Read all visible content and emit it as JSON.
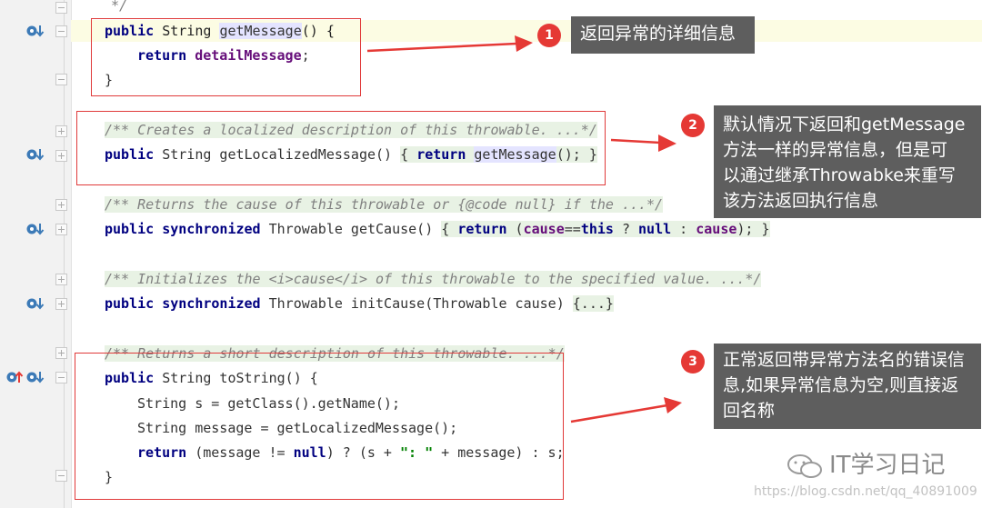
{
  "code": {
    "lines": [
      {
        "parts": [
          "*/"
        ]
      },
      {
        "parts": [
          "public",
          " String ",
          "getMessage",
          "() {"
        ]
      },
      {
        "parts": [
          "return",
          " ",
          "detailMessage",
          ";"
        ]
      },
      {
        "parts": [
          "}"
        ]
      },
      {
        "parts": [
          "/** Creates a localized description of this throwable. ...*/"
        ]
      },
      {
        "parts": [
          "public",
          " String getLocalizedMessage() ",
          "{",
          " ",
          "return",
          " ",
          "getMessage",
          "(); ",
          "}"
        ]
      },
      {
        "parts": [
          "/** Returns the cause of this throwable or {@code null} if the ...*/"
        ]
      },
      {
        "parts": [
          "public",
          " ",
          "synchronized",
          " Throwable getCause() ",
          "{",
          " ",
          "return",
          " (",
          "cause",
          "==",
          "this",
          " ? ",
          "null",
          " : ",
          "cause",
          "); ",
          "}"
        ]
      },
      {
        "parts": [
          "/** Initializes the <i>cause</i> of this throwable to the specified value. ...*/"
        ]
      },
      {
        "parts": [
          "public",
          " ",
          "synchronized",
          " Throwable initCause(Throwable cause) ",
          "{...}"
        ]
      },
      {
        "parts": [
          "/** Returns a short description of this throwable. ...*/"
        ]
      },
      {
        "parts": [
          "public",
          " String toString() {"
        ]
      },
      {
        "parts": [
          "String s = getClass().getName();"
        ]
      },
      {
        "parts": [
          "String message = getLocalizedMessage();"
        ]
      },
      {
        "parts": [
          "return",
          " (message != ",
          "null",
          ") ? (s + ",
          "\": \"",
          " + message) : s;"
        ]
      },
      {
        "parts": [
          "}"
        ]
      }
    ]
  },
  "annotations": [
    {
      "number": "1",
      "text": "返回异常的详细信息"
    },
    {
      "number": "2",
      "text_lines": [
        "默认情况下返回和getMessage",
        "方法一样的异常信息，但是可",
        "以通过继承Throwabke来重写",
        "该方法返回执行信息"
      ]
    },
    {
      "number": "3",
      "text_lines": [
        "正常返回带异常方法名的错误信",
        "息,如果异常信息为空,则直接返",
        "回名称"
      ]
    }
  ],
  "watermark": {
    "brand": "IT学习日记",
    "url": "https://blog.csdn.net/qq_40891009"
  },
  "colors": {
    "accent_red": "#e53935",
    "note_bg": "#5e5e5e",
    "keyword": "#000080",
    "field": "#660e7a"
  }
}
